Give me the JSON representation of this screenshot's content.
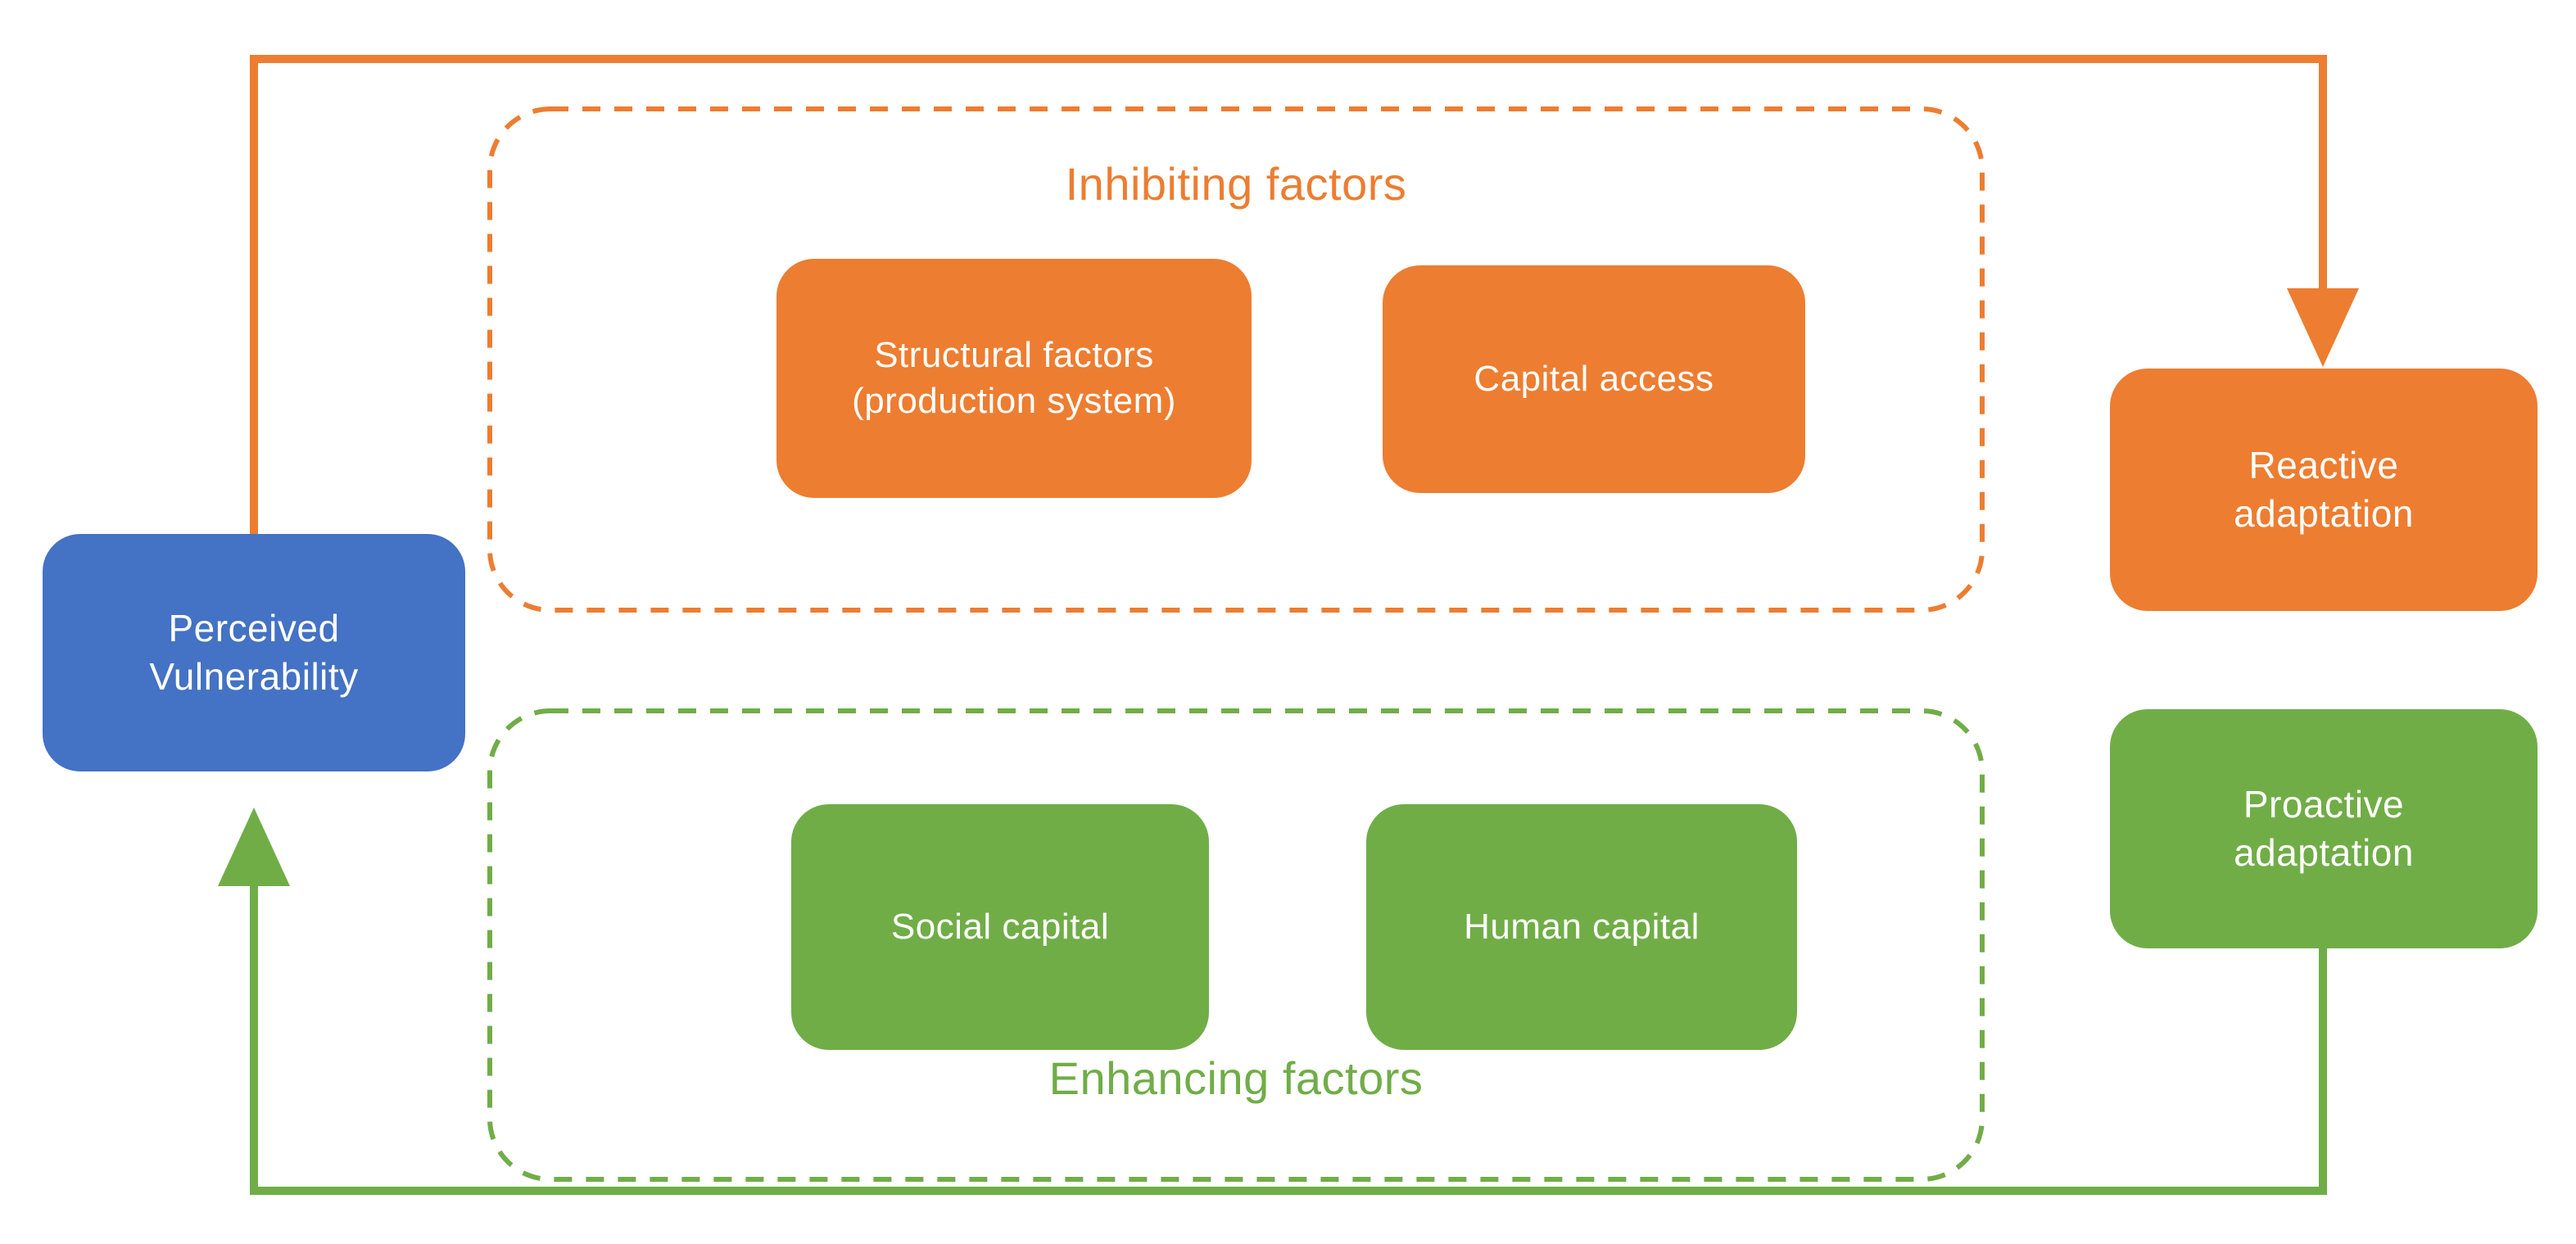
{
  "diagram_title": "Perceived vulnerability and adaptation pathways diagram",
  "colors": {
    "blue": "#4472C4",
    "orange": "#ED7D31",
    "green": "#70AD47",
    "background": "#FFFFFF",
    "text_on_fill": "#FFFFFF"
  },
  "nodes": {
    "perceived_vulnerability": "Perceived\nVulnerability",
    "structural_factors": "Structural factors\n(production system)",
    "capital_access": "Capital access",
    "social_capital": "Social capital",
    "human_capital": "Human capital",
    "reactive_adaptation": "Reactive\nadaptation",
    "proactive_adaptation": "Proactive\nadaptation"
  },
  "groups": {
    "inhibiting": {
      "label": "Inhibiting factors",
      "members": [
        "Structural factors (production system)",
        "Capital access"
      ]
    },
    "enhancing": {
      "label": "Enhancing factors",
      "members": [
        "Social capital",
        "Human capital"
      ]
    }
  },
  "arrows": [
    {
      "name": "vulnerability-to-reactive-arrow",
      "color": "#ED7D31",
      "from": "Perceived Vulnerability",
      "to": "Reactive adaptation"
    },
    {
      "name": "proactive-to-vulnerability-arrow",
      "color": "#70AD47",
      "from": "Proactive adaptation",
      "to": "Perceived Vulnerability"
    }
  ]
}
